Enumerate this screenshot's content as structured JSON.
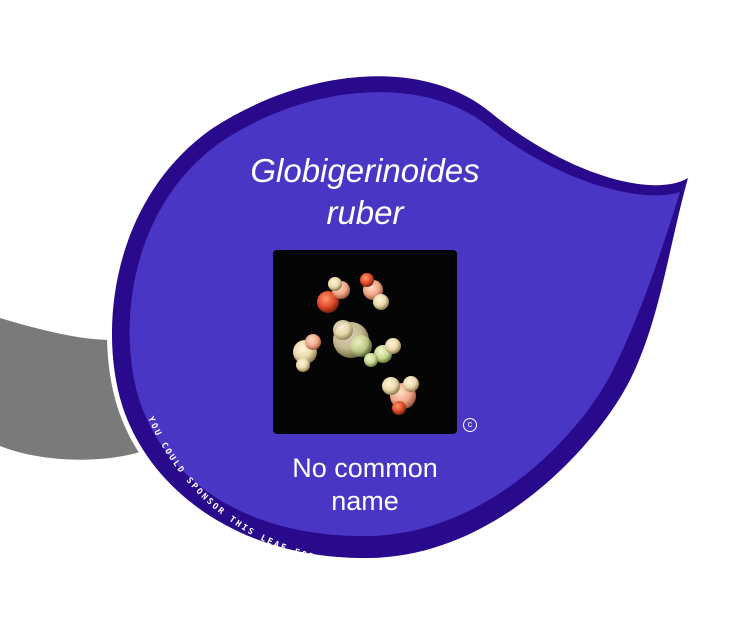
{
  "leaf": {
    "scientific_name_line1": "Globigerinoides",
    "scientific_name_line2": "ruber",
    "common_name_line1": "No common",
    "common_name_line2": "name",
    "copyright_symbol": "c",
    "sponsor_text": "YOU COULD SPONSOR THIS LEAF FOR A FRIEND. IT MAKES A GREAT GIFT"
  },
  "colors": {
    "leaf_border": "#2a0a8c",
    "leaf_fill": "#4a36c4",
    "branch": "#7a7a7a",
    "text": "#ffffff"
  }
}
